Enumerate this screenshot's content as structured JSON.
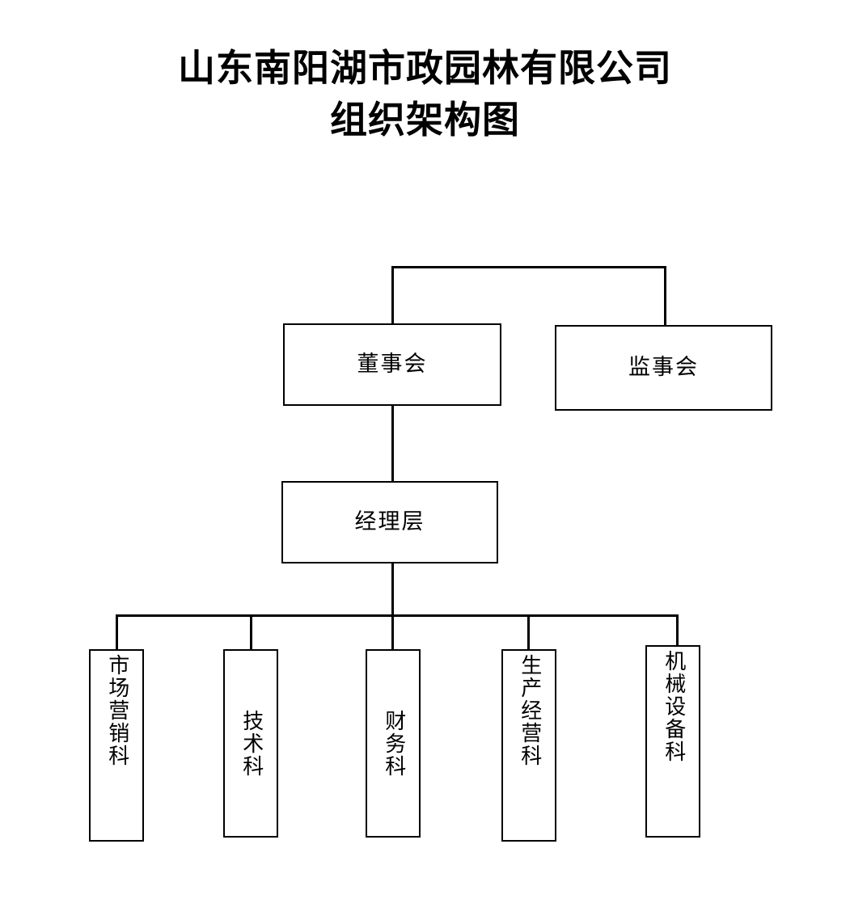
{
  "title": {
    "line1": "山东南阳湖市政园林有限公司",
    "line2": "组织架构图"
  },
  "colors": {
    "background": "#ffffff",
    "line": "#000000",
    "text": "#000000"
  },
  "chart_data": {
    "type": "diagram",
    "diagram_type": "organization-chart",
    "orientation": "top-down",
    "title": "山东南阳湖市政园林有限公司 组织架构图",
    "levels": [
      {
        "level": 1,
        "nodes": [
          {
            "id": "board",
            "label": "董事会",
            "text_direction": "horizontal"
          },
          {
            "id": "supervisors",
            "label": "监事会",
            "text_direction": "horizontal"
          }
        ]
      },
      {
        "level": 2,
        "nodes": [
          {
            "id": "management",
            "label": "经理层",
            "text_direction": "horizontal"
          }
        ]
      },
      {
        "level": 3,
        "nodes": [
          {
            "id": "marketing",
            "label": "市场营销科",
            "text_direction": "vertical"
          },
          {
            "id": "technical",
            "label": "技术科",
            "text_direction": "vertical"
          },
          {
            "id": "finance",
            "label": "财务科",
            "text_direction": "vertical"
          },
          {
            "id": "production",
            "label": "生产经营科",
            "text_direction": "vertical"
          },
          {
            "id": "equipment",
            "label": "机械设备科",
            "text_direction": "vertical"
          }
        ]
      }
    ],
    "edges": [
      {
        "from": "root-bus",
        "to": "board"
      },
      {
        "from": "root-bus",
        "to": "supervisors"
      },
      {
        "from": "board",
        "to": "management"
      },
      {
        "from": "management",
        "to": "marketing"
      },
      {
        "from": "management",
        "to": "technical"
      },
      {
        "from": "management",
        "to": "finance"
      },
      {
        "from": "management",
        "to": "production"
      },
      {
        "from": "management",
        "to": "equipment"
      }
    ]
  },
  "nodes": {
    "board": {
      "label": "董事会"
    },
    "supervisors": {
      "label": "监事会"
    },
    "management": {
      "label": "经理层"
    },
    "marketing": {
      "label": "市场营销科"
    },
    "technical": {
      "label": "技术科"
    },
    "finance": {
      "label": "财务科"
    },
    "production": {
      "label": "生产经营科"
    },
    "equipment": {
      "label": "机械设备科"
    }
  }
}
